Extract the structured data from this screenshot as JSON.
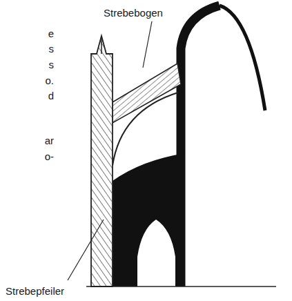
{
  "diagram": {
    "labels": [
      "e",
      "s",
      "s",
      "o.",
      "d",
      "Strebebogen",
      "ar",
      "o-",
      "Strebepfeiler"
    ]
  }
}
